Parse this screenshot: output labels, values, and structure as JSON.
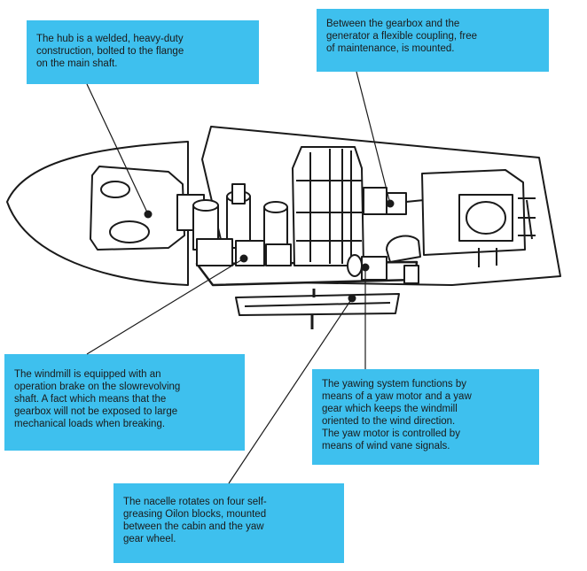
{
  "colors": {
    "callout_background": "#3ec0ee",
    "line": "#1a1a1a",
    "body_fill": "#ffffff"
  },
  "callouts": {
    "hub": "The hub is a welded, heavy-duty\nconstruction, bolted to the flange\non the main shaft.",
    "coupling": "Between the gearbox and the\ngenerator a flexible coupling, free\nof maintenance, is mounted.",
    "brake": "The windmill is equipped with an\noperation brake on the slowrevolving\nshaft. A fact which means that the\ngearbox will not be exposed to large\nmechanical loads when breaking.",
    "yaw": "The yawing system functions by\nmeans of a yaw motor and a yaw\ngear which keeps the windmill\noriented to the wind direction.\nThe yaw motor is controlled by\nmeans of wind vane signals.",
    "nacelle": "The nacelle rotates on four self-\ngreasing Oilon blocks, mounted\nbetween the cabin and the yaw\ngear wheel."
  }
}
